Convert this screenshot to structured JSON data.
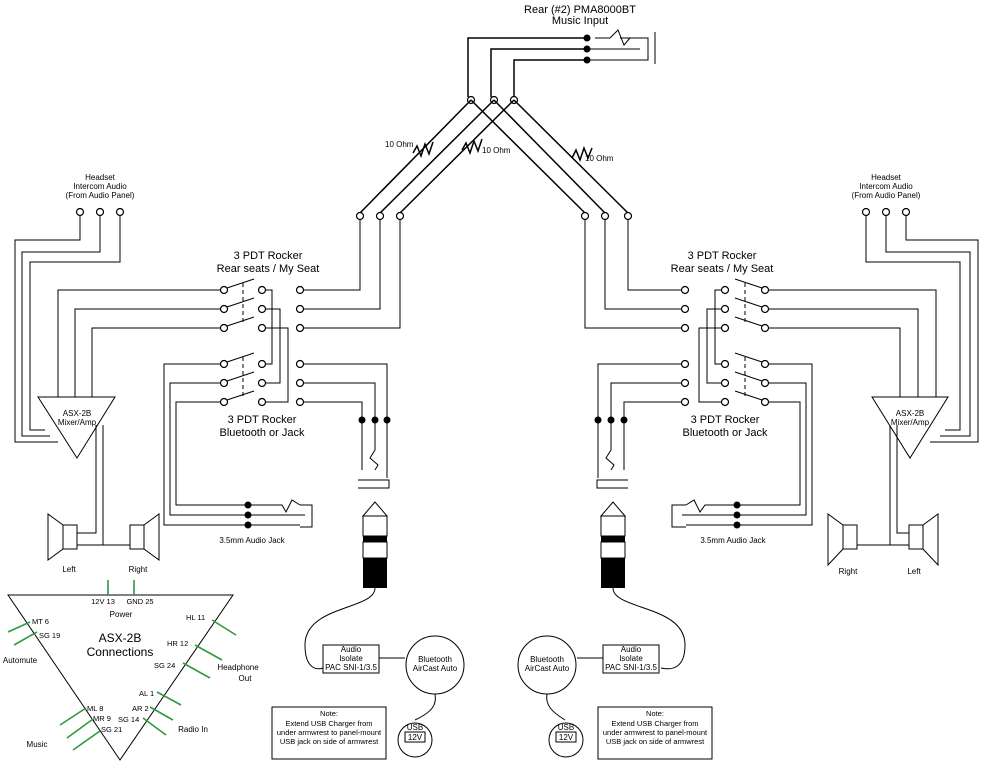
{
  "top_input": {
    "line1": "Rear (#2) PMA8000BT",
    "line2": "Music Input"
  },
  "resistors": [
    "10 Ohm",
    "10 Ohm",
    "10 Ohm"
  ],
  "left": {
    "headset": [
      "Headset",
      "Intercom Audio",
      "(From Audio Panel)"
    ],
    "rocker_top": [
      "3 PDT Rocker",
      "Rear seats / My Seat"
    ],
    "rocker_bottom": [
      "3 PDT Rocker",
      "Bluetooth or Jack"
    ],
    "amp": [
      "ASX-2B",
      "Mixer/Amp"
    ],
    "jack_label": "3.5mm Audio Jack",
    "speaker_a": "Left",
    "speaker_b": "Right",
    "isolator": [
      "Audio",
      "Isolate",
      "PAC SNI-1/3.5"
    ],
    "bluetooth": [
      "Bluetooth",
      "AirCast Auto"
    ],
    "usb": [
      "USB",
      "12V"
    ],
    "note": [
      "Note:",
      "Extend USB Charger from",
      "under armwrest to panel-mount",
      "USB jack on side of armwrest"
    ]
  },
  "right": {
    "headset": [
      "Headset",
      "Intercom Audio",
      "(From Audio Panel)"
    ],
    "rocker_top": [
      "3 PDT Rocker",
      "Rear seats / My Seat"
    ],
    "rocker_bottom": [
      "3 PDT Rocker",
      "Bluetooth or Jack"
    ],
    "amp": [
      "ASX-2B",
      "Mixer/Amp"
    ],
    "jack_label": "3.5mm Audio Jack",
    "speaker_a": "Right",
    "speaker_b": "Left",
    "isolator": [
      "Audio",
      "Isolate",
      "PAC SNI-1/3.5"
    ],
    "bluetooth": [
      "Bluetooth",
      "AirCast Auto"
    ],
    "usb": [
      "USB",
      "12V"
    ],
    "note": [
      "Note:",
      "Extend USB Charger from",
      "under armwrest to panel-mount",
      "USB jack on side of armwrest"
    ]
  },
  "connections": {
    "title": [
      "ASX-2B",
      "Connections"
    ],
    "power": {
      "v12": "12V 13",
      "gnd": "GND 25",
      "label": "Power"
    },
    "automute": {
      "mt": "MT 6",
      "sg": "SG 19",
      "label": "Automute"
    },
    "headphone": {
      "hl": "HL 11",
      "hr": "HR 12",
      "sg": "SG 24",
      "label": [
        "Headphone",
        "Out"
      ]
    },
    "radio": {
      "al": "AL 1",
      "ar": "AR 2",
      "sg": "SG 14",
      "label": "Radio In"
    },
    "music": {
      "ml": "ML 8",
      "mr": "MR 9",
      "sg": "SG 21",
      "label": "Music"
    }
  },
  "colors": {
    "pin_green": "#2e9a3e",
    "line": "#000000"
  }
}
